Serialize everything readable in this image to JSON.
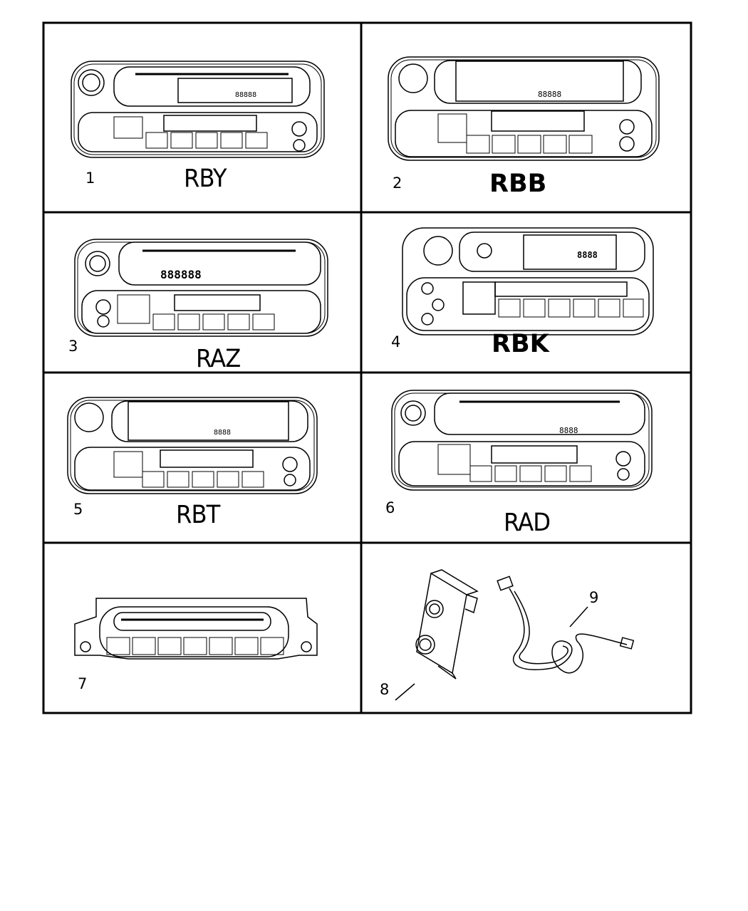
{
  "callouts": {
    "c1": "1",
    "c2": "2",
    "c3": "3",
    "c4": "4",
    "c5": "5",
    "c6": "6",
    "c7": "7",
    "c8": "8",
    "c9": "9"
  },
  "codes": {
    "c1": "RBY",
    "c2": "RBB",
    "c3": "RAZ",
    "c4": "RBK",
    "c5": "RBT",
    "c6": "RAD"
  },
  "display": {
    "r1": "88888",
    "r2": "88888",
    "r3": "888888",
    "r4": "8888",
    "r5": "8888",
    "r6": "8888"
  },
  "colors": {
    "ink": "#000000",
    "paper": "#ffffff"
  },
  "icons": [
    "radio-unit",
    "cd-changer",
    "bracket",
    "wire-harness"
  ]
}
